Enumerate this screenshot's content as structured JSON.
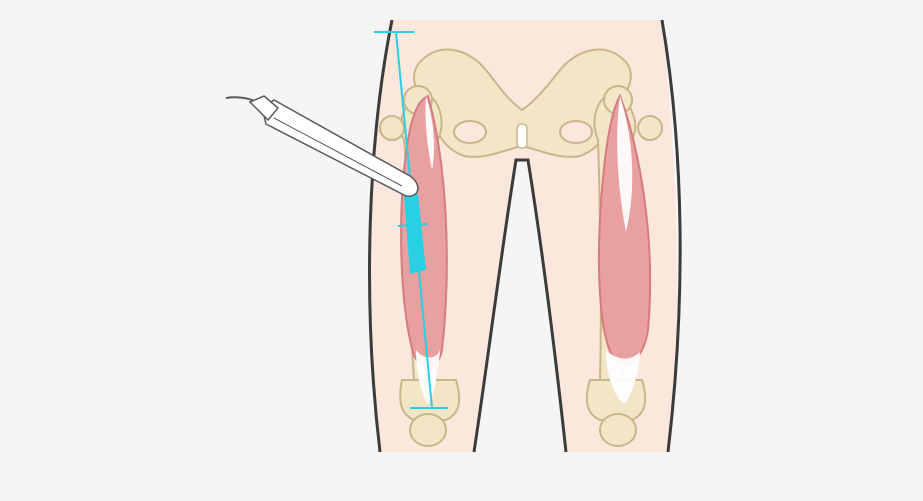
{
  "colors": {
    "background": "#f5f5f5",
    "skin": "#fbe7dc",
    "skin_outline": "#3b3b3b",
    "bone": "#f3e6c6",
    "bone_outline": "#c9b58a",
    "muscle": "#e9a0a0",
    "muscle_dark": "#d47d80",
    "tendon": "#ffffff",
    "measure_line": "#29cfe3",
    "probe_body": "#ffffff",
    "probe_outline": "#5a5a5a"
  },
  "icons": {
    "probe": "ultrasound-probe-icon",
    "measure": "measurement-line-icon"
  },
  "scene": {
    "subject": "thighs-anterior-view",
    "structures": [
      "pelvis",
      "left-femur",
      "right-femur",
      "left-rectus-femoris",
      "right-rectus-femoris",
      "left-patella",
      "right-patella"
    ],
    "measurement": {
      "tick_count": 3,
      "highlight_segment": "upper-third"
    }
  }
}
